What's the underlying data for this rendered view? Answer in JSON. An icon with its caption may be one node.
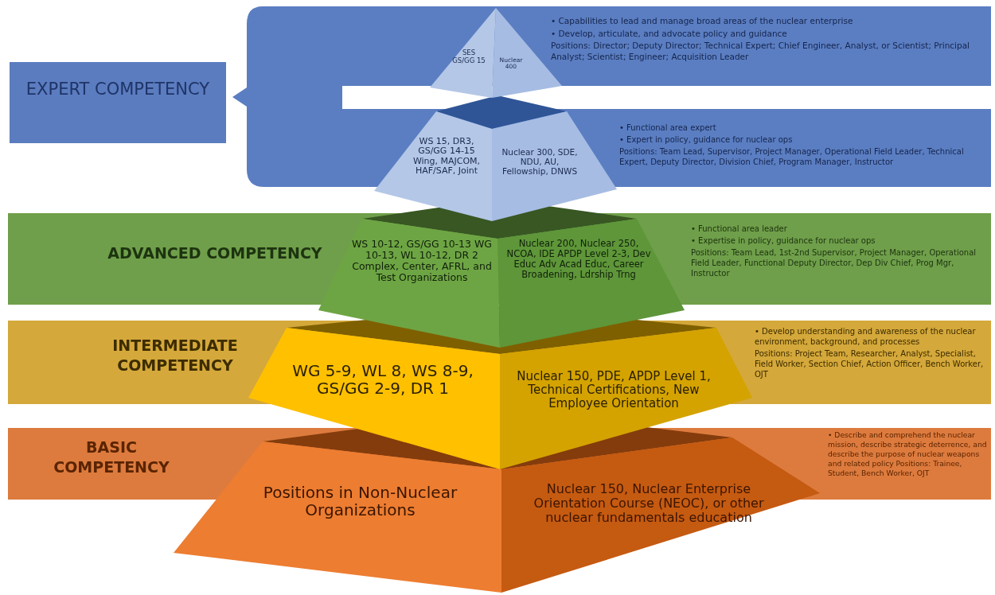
{
  "diagram": {
    "nodes": [
      {
        "text": [
          "EXPERT COMPETENCY"
        ]
      },
      {
        "text": [
          "• Capabilities to lead and manage broad areas of the nuclear enterprise",
          "• Develop, articulate, and advocate policy and guidance",
          "Positions:  Director; Deputy Director; Technical Expert; Chief Engineer, Analyst, or Scientist; Principal Analyst; Scientist; Engineer; Acquisition Leader"
        ]
      },
      {
        "text": [
          "SES GS/GG 15",
          "Nuclear 400"
        ]
      },
      {
        "text": [
          "• Functional area expert",
          "• Expert in policy, guidance for nuclear ops",
          "Positions:  Team Lead, Supervisor, Project Manager, Operational Field Leader, Technical Expert, Deputy Director, Division Chief, Program Manager, Instructor"
        ]
      },
      {
        "text": [
          "WS 15, DR3, GS/GG 14-15 Wing, MAJCOM, HAF/SAF, Joint",
          "Nuclear 300, SDE, NDU, AU, Fellowship, DNWS"
        ]
      },
      {
        "text": [
          "ADVANCED COMPETENCY"
        ]
      },
      {
        "text": [
          "WS 10-12, GS/GG 10-13 WG 10-13, WL 10-12, DR 2 Complex, Center, AFRL, and Test Organizations",
          "Nuclear 200, Nuclear 250, NCOA, IDE APDP Level 2-3, Dev Educ Adv Acad Educ, Career Broadening, Ldrship Trng"
        ]
      },
      {
        "text": [
          "• Functional area leader",
          "• Expertise in policy, guidance for nuclear ops",
          "Positions:  Team Lead, 1st-2nd Supervisor, Project Manager, Operational Field Leader, Functional Deputy Director, Dep Div Chief, Prog Mgr, Instructor"
        ]
      },
      {
        "text": [
          "INTERMEDIATE COMPETENCY"
        ]
      },
      {
        "text": [
          "WG 5-9, WL 8, WS 8-9, GS/GG 2-9, DR 1",
          "Nuclear 150, PDE, APDP Level 1, Technical Certifications, New Employee Orientation"
        ]
      },
      {
        "text": [
          "• Develop understanding and awareness of the nuclear environment, background, and processes",
          "Positions:  Project Team, Researcher, Analyst, Specialist, Field Worker, Section Chief, Action Officer, Bench Worker, OJT"
        ]
      },
      {
        "text": [
          "BASIC COMPETENCY"
        ]
      },
      {
        "text": [
          "Positions in Non-Nuclear Organizations",
          "Nuclear 150, Nuclear Enterprise Orientation Course (NEOC), or other nuclear fundamentals education"
        ]
      },
      {
        "text": [
          "• Describe and comprehend the nuclear mission, describe strategic deterrence, and describe the purpose of nuclear weapons and related policy Positions:  Trainee, Student, Bench Worker, OJT"
        ]
      }
    ]
  }
}
